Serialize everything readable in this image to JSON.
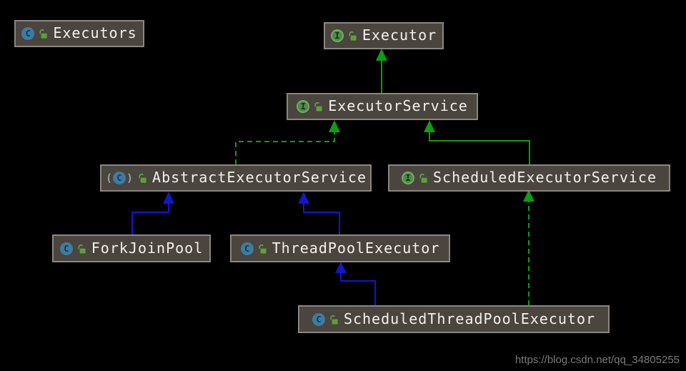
{
  "diagram": {
    "nodes": [
      {
        "id": "executors",
        "label": "Executors",
        "kind": "class",
        "icon": "class-icon",
        "visibility_icon": "unlocked-icon"
      },
      {
        "id": "executor",
        "label": "Executor",
        "kind": "interface",
        "icon": "interface-icon",
        "visibility_icon": "unlocked-icon"
      },
      {
        "id": "executor-service",
        "label": "ExecutorService",
        "kind": "interface",
        "icon": "interface-icon",
        "visibility_icon": "unlocked-icon"
      },
      {
        "id": "abstract-executor-service",
        "label": "AbstractExecutorService",
        "kind": "abstract-class",
        "icon": "abstract-class-icon",
        "visibility_icon": "unlocked-icon"
      },
      {
        "id": "scheduled-executor-service",
        "label": "ScheduledExecutorService",
        "kind": "interface",
        "icon": "interface-icon",
        "visibility_icon": "unlocked-icon"
      },
      {
        "id": "fork-join-pool",
        "label": "ForkJoinPool",
        "kind": "class",
        "icon": "class-icon",
        "visibility_icon": "unlocked-icon"
      },
      {
        "id": "thread-pool-executor",
        "label": "ThreadPoolExecutor",
        "kind": "class",
        "icon": "class-icon",
        "visibility_icon": "unlocked-icon"
      },
      {
        "id": "scheduled-thread-pool-executor",
        "label": "ScheduledThreadPoolExecutor",
        "kind": "class",
        "icon": "class-icon",
        "visibility_icon": "unlocked-icon"
      }
    ],
    "edges": [
      {
        "from": "ExecutorService",
        "to": "Executor",
        "relation": "extends",
        "line": "solid",
        "color": "green"
      },
      {
        "from": "AbstractExecutorService",
        "to": "ExecutorService",
        "relation": "implements",
        "line": "dashed",
        "color": "green"
      },
      {
        "from": "ScheduledExecutorService",
        "to": "ExecutorService",
        "relation": "extends",
        "line": "solid",
        "color": "green"
      },
      {
        "from": "ForkJoinPool",
        "to": "AbstractExecutorService",
        "relation": "extends",
        "line": "solid",
        "color": "blue"
      },
      {
        "from": "ThreadPoolExecutor",
        "to": "AbstractExecutorService",
        "relation": "extends",
        "line": "solid",
        "color": "blue"
      },
      {
        "from": "ScheduledThreadPoolExecutor",
        "to": "ThreadPoolExecutor",
        "relation": "extends",
        "line": "solid",
        "color": "blue"
      },
      {
        "from": "ScheduledThreadPoolExecutor",
        "to": "ScheduledExecutorService",
        "relation": "implements",
        "line": "dashed",
        "color": "green"
      }
    ],
    "icon_letters": {
      "class": "C",
      "interface": "I",
      "paren_open": "(",
      "paren_close": ")"
    },
    "colors": {
      "background": "#000000",
      "node_fill": "#4a453e",
      "node_border": "#8b8780",
      "node_text": "#f3f1ec",
      "green_line": "#0f9d0f",
      "blue_line": "#1515cc",
      "class_icon_fill": "#3d7ca3",
      "interface_icon_fill": "#4e8a48",
      "lock_icon_green": "#5f9e3f"
    }
  },
  "watermark": {
    "text": "https://blog.csdn.net/qq_34805255"
  }
}
